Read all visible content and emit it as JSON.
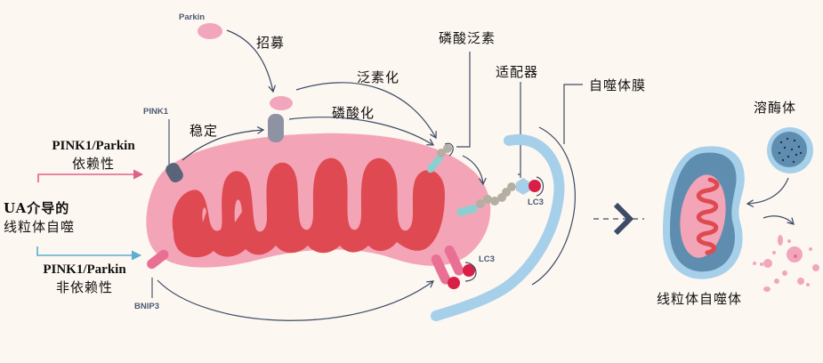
{
  "labels": {
    "parkin": "Parkin",
    "recruit": "招募",
    "pink1": "PINK1",
    "stabilize": "稳定",
    "ubiquitination": "泛素化",
    "phosphorylation": "磷酸化",
    "phospho_ubiquitin": "磷酸泛素",
    "adaptor": "适配器",
    "autophagosome_membrane": "自噬体膜",
    "lysosome": "溶酶体",
    "mitophagosome": "线粒体自噬体",
    "lc3_top": "LC3",
    "lc3_bottom": "LC3",
    "bnip3": "BNIP3",
    "dependent_title": "PINK1/Parkin",
    "dependent_sub": "依赖性",
    "ua_line1": "UA介导的",
    "ua_line2": "线粒体自噬",
    "independent_title": "PINK1/Parkin",
    "independent_sub": "非依赖性"
  },
  "colors": {
    "background": "#fdf7f1",
    "mito_outer": "#f3a5b7",
    "mito_inner": "#df4a52",
    "membrane_blue": "#a6cfea",
    "autophagosome_dark": "#5f8db0",
    "arrow_dark": "#3d4b66",
    "pink_arrow": "#e0608a",
    "blue_arrow": "#5aaed0",
    "pink1_gray": "#5a6478",
    "parkin_pink": "#f1a6bd",
    "ubiquitin_gray": "#b5aea3",
    "teal": "#8ccfd0",
    "lc3_red": "#d81f45",
    "bnip3_pink": "#e96f94"
  }
}
